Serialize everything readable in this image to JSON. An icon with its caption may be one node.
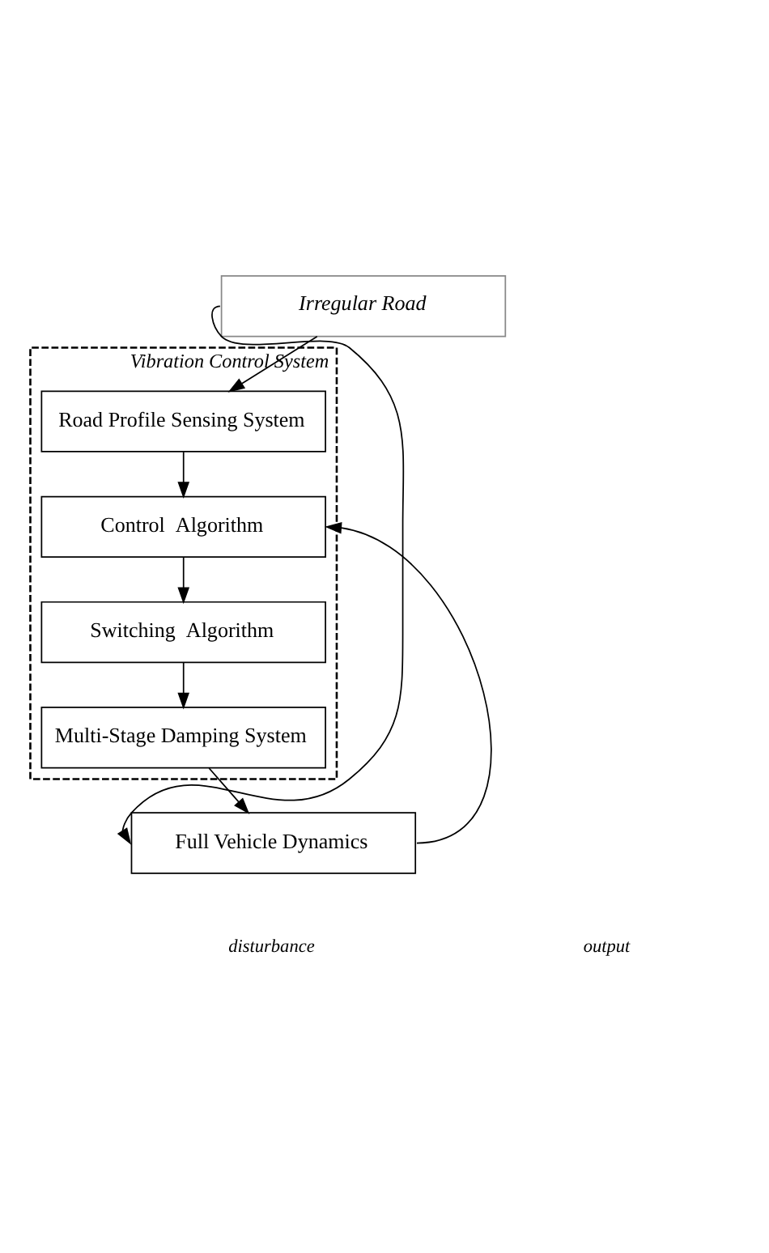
{
  "diagram": {
    "nodes": [
      {
        "text": [
          "Irregular Road"
        ]
      },
      {
        "text": [
          "Vibration Control System"
        ]
      },
      {
        "text": [
          "Road Profile Sensing System"
        ],
        "in": 1
      },
      {
        "text": [
          "Control  Algorithm"
        ],
        "in": 1
      },
      {
        "text": [
          "Switching  Algorithm"
        ],
        "in": 1
      },
      {
        "text": [
          "Multi-Stage Damping System"
        ],
        "in": 1
      },
      {
        "text": [
          "Full Vehicle Dynamics"
        ]
      }
    ],
    "edges": [
      {
        "from": 0,
        "to": 2,
        "arrow": "to"
      },
      {
        "from": 0,
        "to": 6,
        "arrow": "to"
      },
      {
        "from": 2,
        "to": 3,
        "arrow": "to"
      },
      {
        "from": 3,
        "to": 4,
        "arrow": "to"
      },
      {
        "from": 4,
        "to": 5,
        "arrow": "to"
      },
      {
        "from": 5,
        "to": 6,
        "arrow": "to"
      },
      {
        "from": 6,
        "to": 3,
        "arrow": "to"
      }
    ],
    "labels": [
      "disturbance",
      "output"
    ]
  }
}
